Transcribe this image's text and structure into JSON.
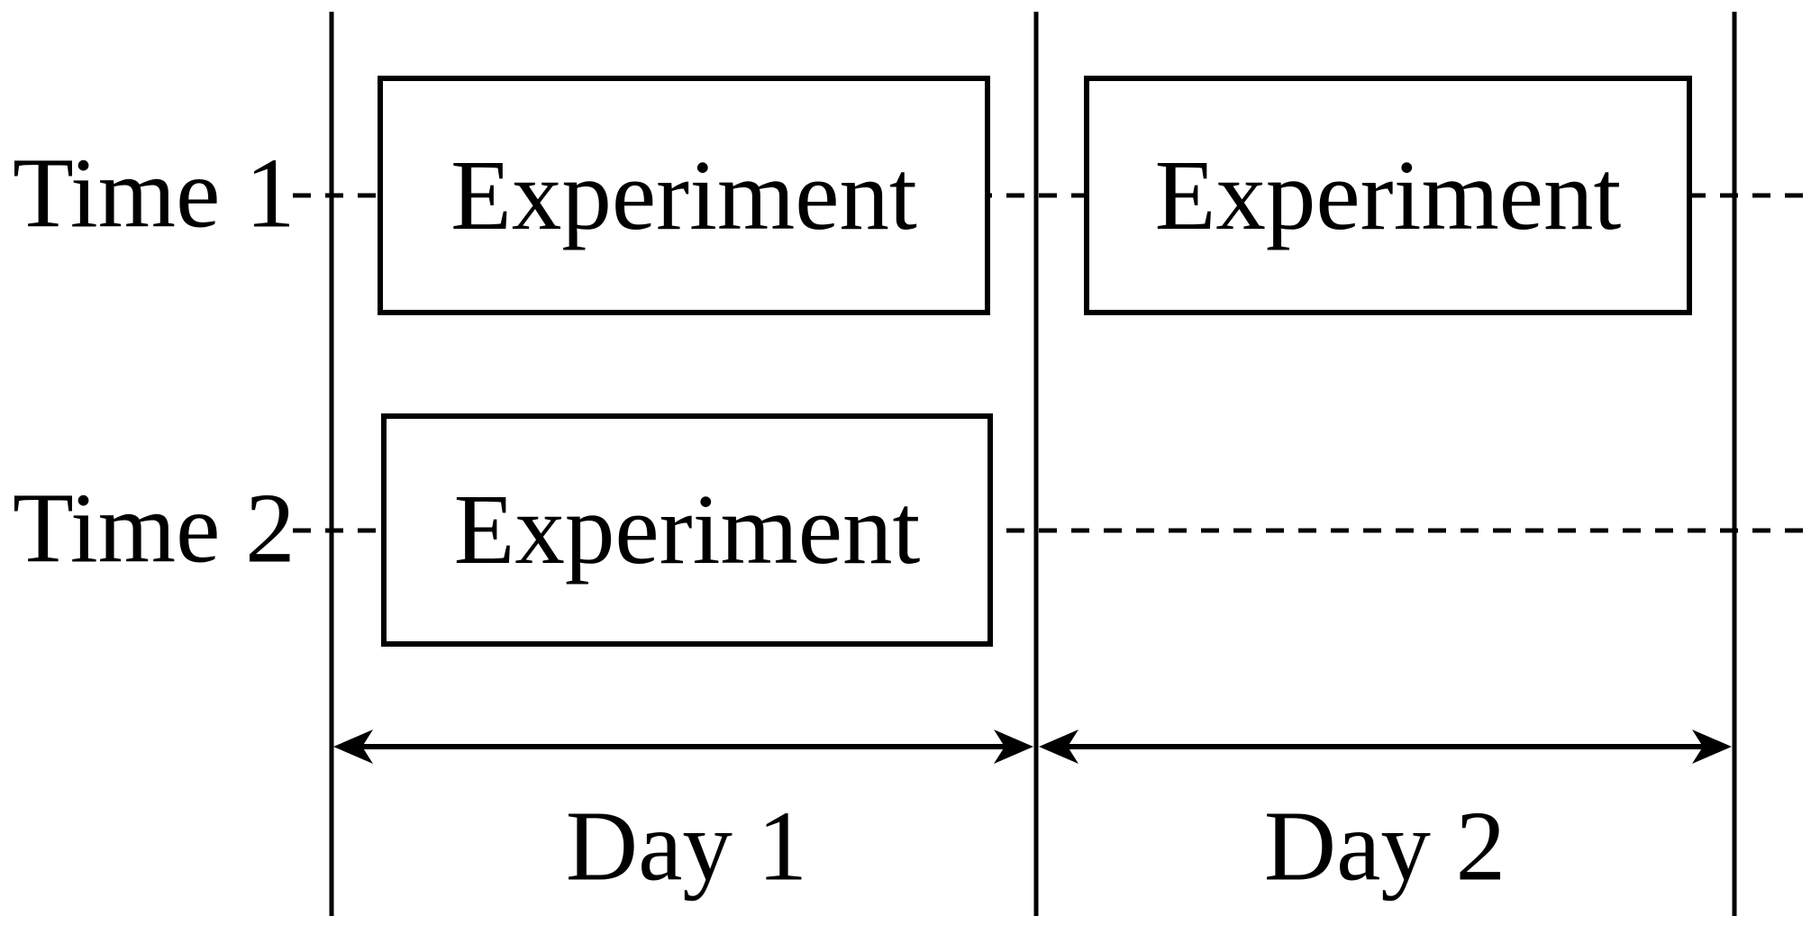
{
  "diagram": {
    "rows": [
      "Time 1",
      "Time 2"
    ],
    "columns": [
      "Day 1",
      "Day 2"
    ],
    "cells": [
      {
        "row": "Time 1",
        "col": "Day 1",
        "label": "Experiment"
      },
      {
        "row": "Time 1",
        "col": "Day 2",
        "label": "Experiment"
      },
      {
        "row": "Time 2",
        "col": "Day 1",
        "label": "Experiment"
      }
    ],
    "colors": {
      "background": "#ffffff",
      "line": "#000000",
      "text": "#000000"
    }
  }
}
